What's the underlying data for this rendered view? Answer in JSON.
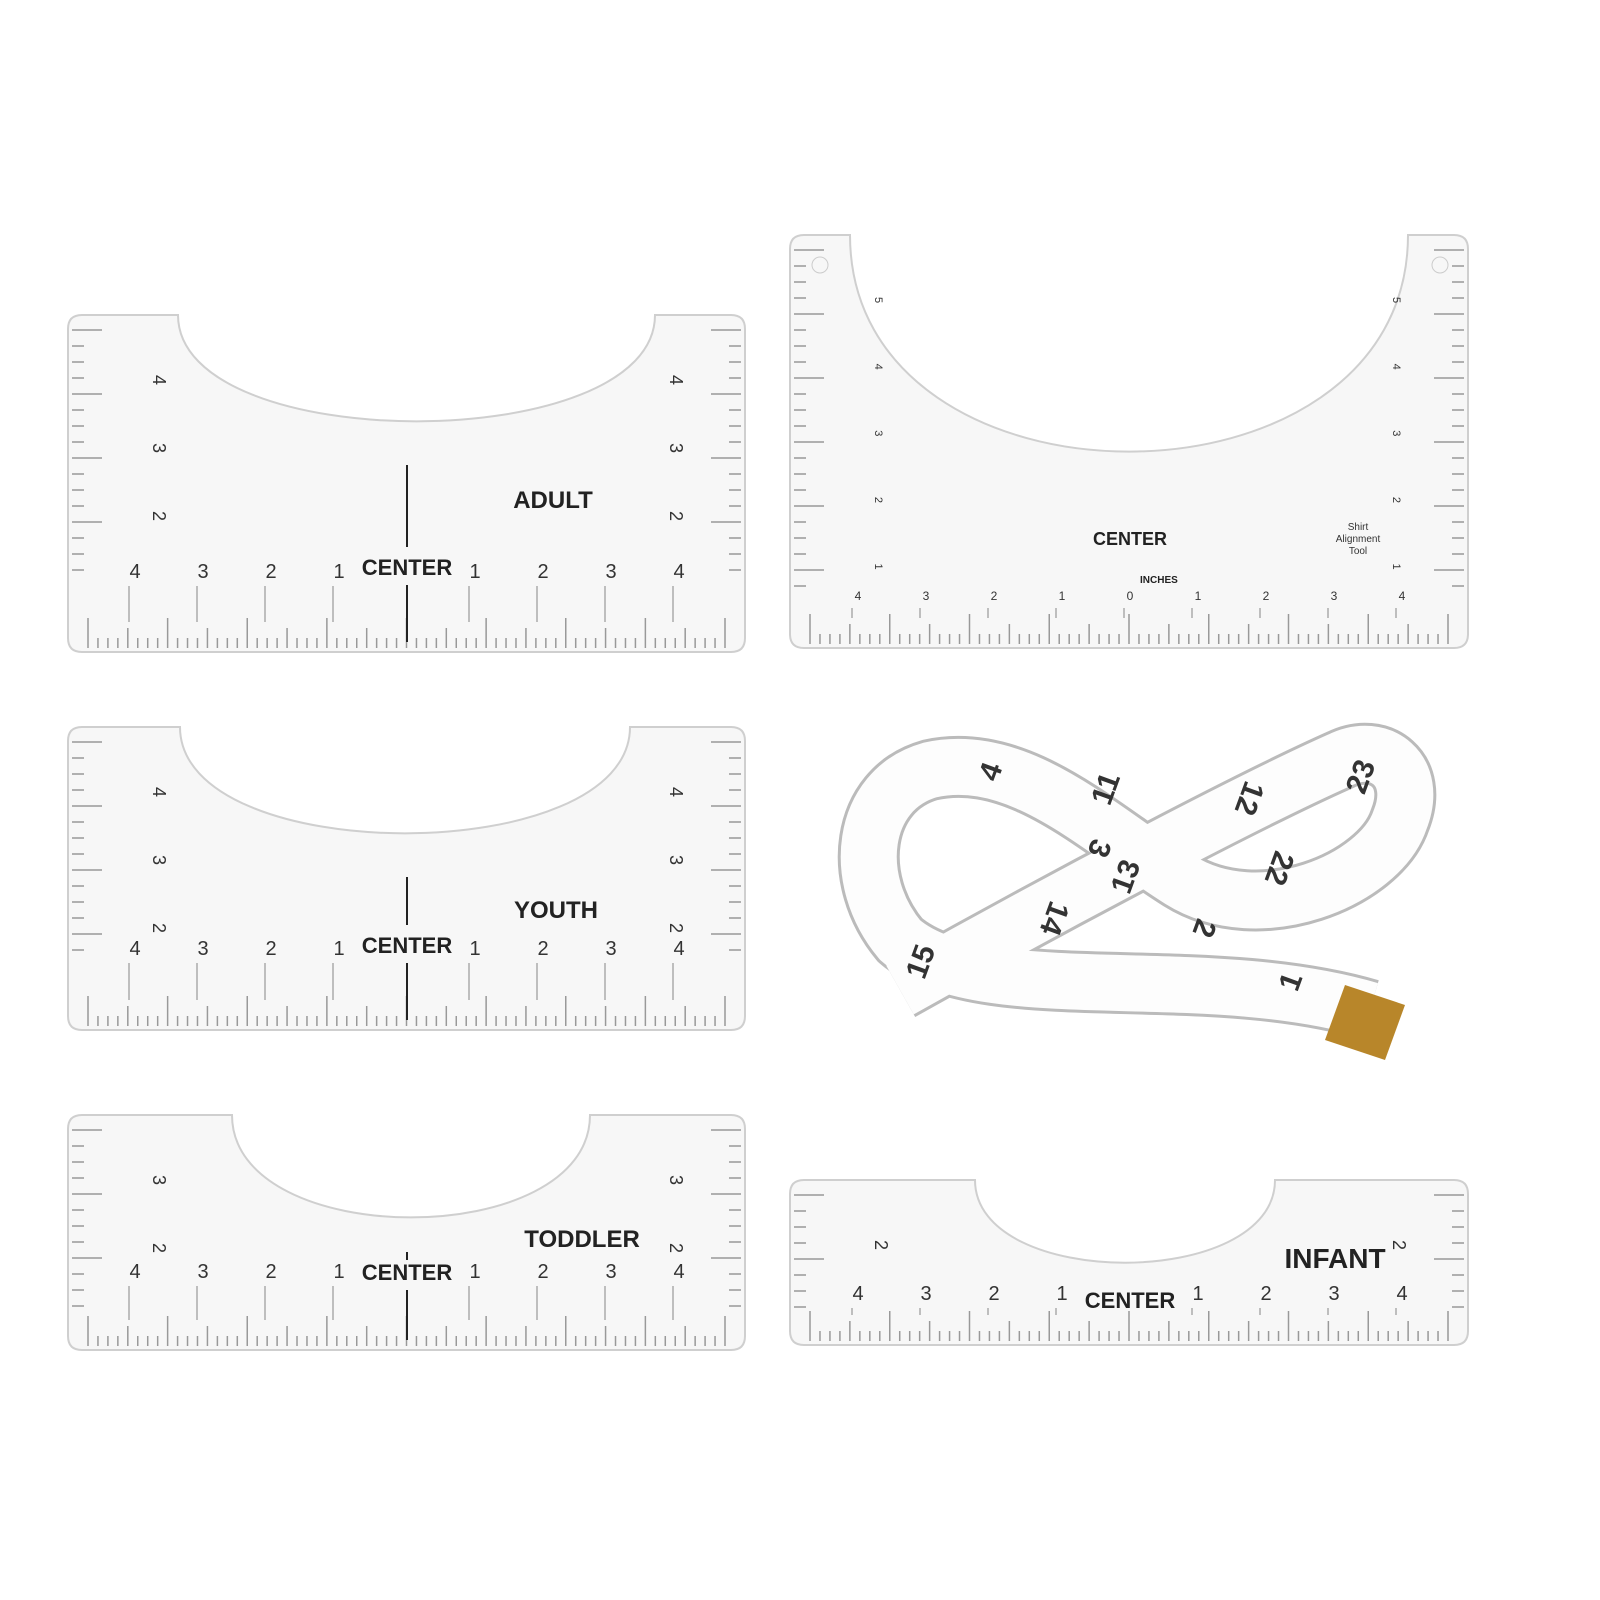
{
  "rulers": [
    {
      "id": "adult",
      "size_label": "ADULT",
      "center_label": "CENTER",
      "bottom_numbers": [
        "4",
        "3",
        "2",
        "1",
        "1",
        "2",
        "3",
        "4"
      ],
      "side_numbers": [
        "4",
        "3",
        "2"
      ]
    },
    {
      "id": "shirt",
      "center_label": "CENTER",
      "inches_label": "INCHES",
      "brand_text": [
        "Shirt",
        "Alignment",
        "Tool"
      ],
      "bottom_numbers": [
        "4",
        "3",
        "2",
        "1",
        "0",
        "1",
        "2",
        "3",
        "4"
      ],
      "side_numbers": [
        "5",
        "4",
        "3",
        "2",
        "1"
      ]
    },
    {
      "id": "youth",
      "size_label": "YOUTH",
      "center_label": "CENTER",
      "bottom_numbers": [
        "4",
        "3",
        "2",
        "1",
        "1",
        "2",
        "3",
        "4"
      ],
      "side_numbers": [
        "4",
        "3",
        "2"
      ]
    },
    {
      "id": "toddler",
      "size_label": "TODDLER",
      "center_label": "CENTER",
      "bottom_numbers": [
        "4",
        "3",
        "2",
        "1",
        "1",
        "2",
        "3",
        "4"
      ],
      "side_numbers": [
        "3",
        "2"
      ]
    },
    {
      "id": "infant",
      "size_label": "INFANT",
      "center_label": "CENTER",
      "bottom_numbers": [
        "4",
        "3",
        "2",
        "1",
        "1",
        "2",
        "3",
        "4"
      ],
      "side_numbers": [
        "2"
      ]
    }
  ],
  "tape_measure": {
    "numbers": [
      "1",
      "2",
      "11",
      "12",
      "13",
      "14",
      "15",
      "22",
      "23",
      "3",
      "4"
    ],
    "tip_color": "#b8862a"
  },
  "colors": {
    "ruler_edge": "#cfcfcf",
    "ruler_fill": "#f7f7f7",
    "ink": "#222222"
  }
}
